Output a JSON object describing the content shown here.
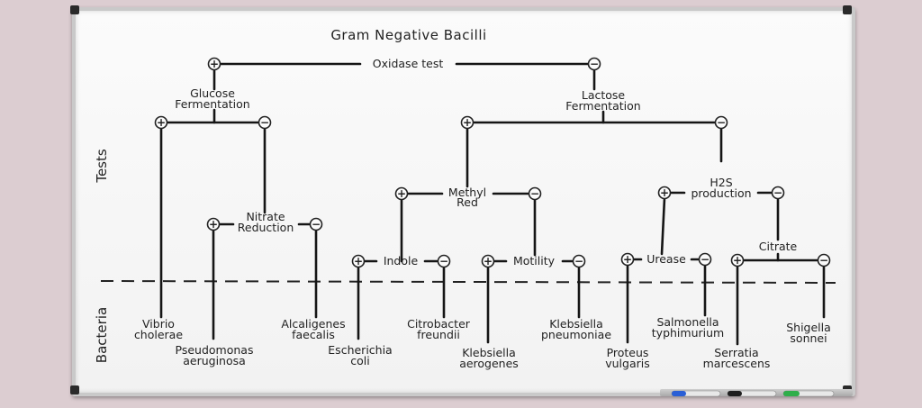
{
  "title": "Gram Negative Bacilli",
  "axis_labels": {
    "tests": "Tests",
    "bacteria": "Bacteria"
  },
  "symbols": {
    "positive": "+",
    "negative": "−"
  },
  "tests": {
    "oxidase": "Oxidase test",
    "glucose": [
      "Glucose",
      "Fermentation"
    ],
    "lactose": [
      "Lactose",
      "Fermentation"
    ],
    "nitrate": [
      "Nitrate",
      "Reduction"
    ],
    "methyl_red": [
      "Methyl",
      "Red"
    ],
    "h2s": [
      "H2S",
      "production"
    ],
    "indole": "Indole",
    "motility": "Motility",
    "urease": "Urease",
    "citrate": "Citrate"
  },
  "bacteria": {
    "vibrio": [
      "Vibrio",
      "cholerae"
    ],
    "pseudomonas": [
      "Pseudomonas",
      "aeruginosa"
    ],
    "alcaligenes": [
      "Alcaligenes",
      "faecalis"
    ],
    "escherichia": [
      "Escherichia",
      "coli"
    ],
    "citrobacter": [
      "Citrobacter",
      "freundii"
    ],
    "klebsiella_aerogenes": [
      "Klebsiella",
      "aerogenes"
    ],
    "klebsiella_pneumoniae": [
      "Klebsiella",
      "pneumoniae"
    ],
    "proteus": [
      "Proteus",
      "vulgaris"
    ],
    "salmonella": [
      "Salmonella",
      "typhimurium"
    ],
    "serratia": [
      "Serratia",
      "marcescens"
    ],
    "shigella": [
      "Shigella",
      "sonnei"
    ]
  },
  "colors": {
    "board": "#fbfbfb",
    "ink": "#151515",
    "background": "#dccdd1",
    "marker_blue": "#2a5fd6",
    "marker_black": "#1e1e1e",
    "marker_green": "#2fae4a"
  }
}
